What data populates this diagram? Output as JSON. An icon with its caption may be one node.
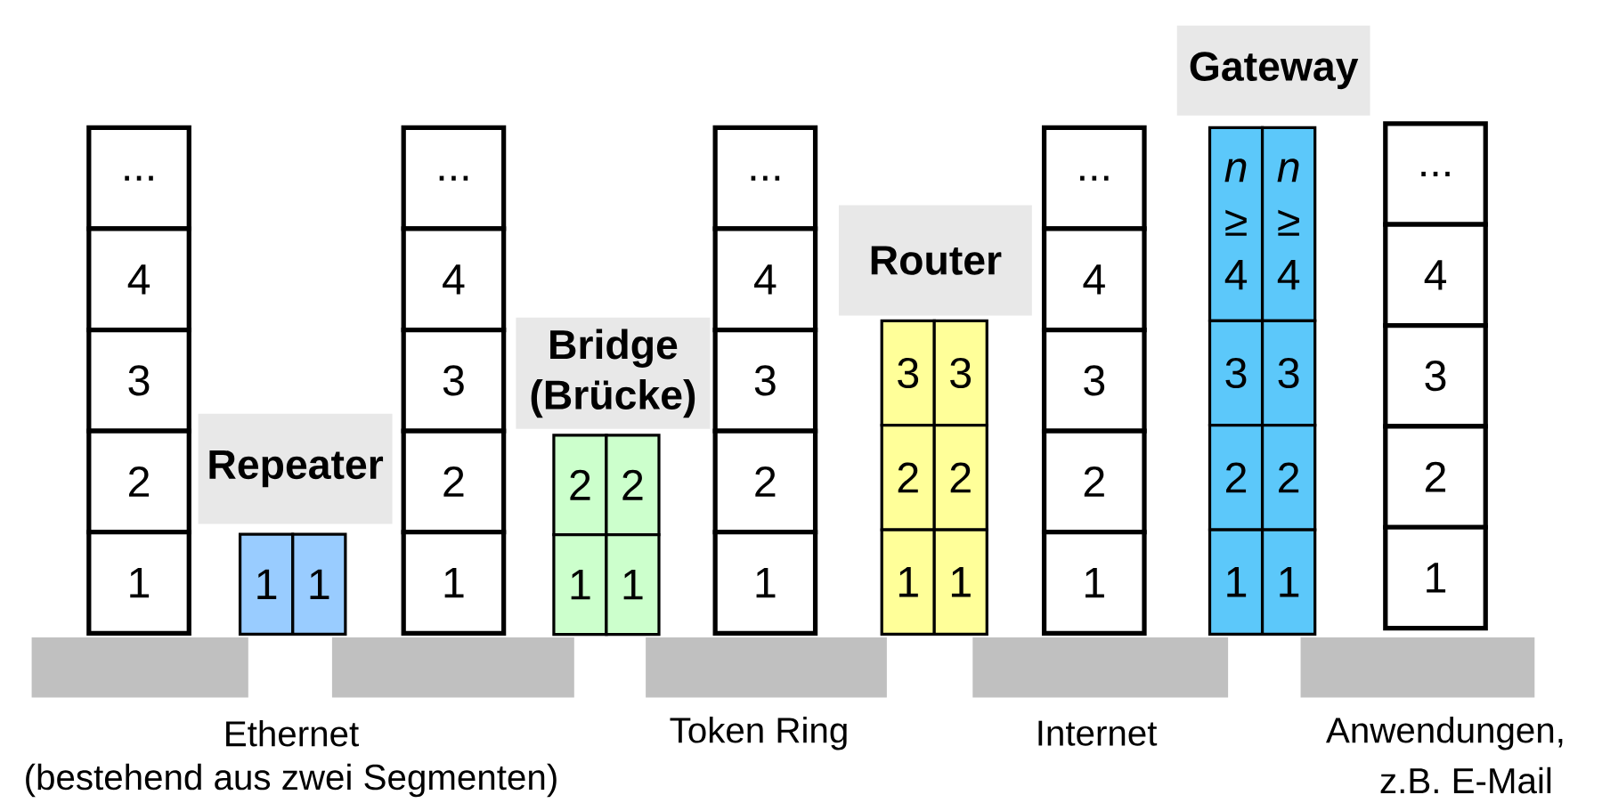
{
  "diagram": {
    "nodes": [
      {
        "text": [
          "..."
        ]
      },
      {
        "text": [
          "4"
        ]
      },
      {
        "text": [
          "3"
        ]
      },
      {
        "text": [
          "2"
        ]
      },
      {
        "text": [
          "1"
        ]
      },
      {
        "text": [
          "Repeater"
        ]
      },
      {
        "text": [
          "1"
        ]
      },
      {
        "text": [
          "1"
        ]
      },
      {
        "text": [
          "..."
        ]
      },
      {
        "text": [
          "4"
        ]
      },
      {
        "text": [
          "3"
        ]
      },
      {
        "text": [
          "2"
        ]
      },
      {
        "text": [
          "1"
        ]
      },
      {
        "text": [
          "Bridge (Brücke)"
        ]
      },
      {
        "text": [
          "2"
        ]
      },
      {
        "text": [
          "2"
        ]
      },
      {
        "text": [
          "1"
        ]
      },
      {
        "text": [
          "1"
        ]
      },
      {
        "text": [
          "..."
        ]
      },
      {
        "text": [
          "4"
        ]
      },
      {
        "text": [
          "3"
        ]
      },
      {
        "text": [
          "2"
        ]
      },
      {
        "text": [
          "1"
        ]
      },
      {
        "text": [
          "Router"
        ]
      },
      {
        "text": [
          "3"
        ]
      },
      {
        "text": [
          "3"
        ]
      },
      {
        "text": [
          "2"
        ]
      },
      {
        "text": [
          "2"
        ]
      },
      {
        "text": [
          "1"
        ]
      },
      {
        "text": [
          "1"
        ]
      },
      {
        "text": [
          "..."
        ]
      },
      {
        "text": [
          "4"
        ]
      },
      {
        "text": [
          "3"
        ]
      },
      {
        "text": [
          "2"
        ]
      },
      {
        "text": [
          "1"
        ]
      },
      {
        "text": [
          "Gateway"
        ]
      },
      {
        "text": [
          "*n* ≥ 4"
        ]
      },
      {
        "text": [
          "*n* ≥ 4"
        ]
      },
      {
        "text": [
          "3"
        ]
      },
      {
        "text": [
          "3"
        ]
      },
      {
        "text": [
          "2"
        ]
      },
      {
        "text": [
          "2"
        ]
      },
      {
        "text": [
          "1"
        ]
      },
      {
        "text": [
          "1"
        ]
      },
      {
        "text": [
          "..."
        ]
      },
      {
        "text": [
          "4"
        ]
      },
      {
        "text": [
          "3"
        ]
      },
      {
        "text": [
          "2"
        ]
      },
      {
        "text": [
          "1"
        ]
      },
      {
        "text": [],
        "shape": "bar"
      },
      {
        "text": [],
        "shape": "bar"
      },
      {
        "text": [],
        "shape": "bar"
      },
      {
        "text": [],
        "shape": "bar"
      },
      {
        "text": [],
        "shape": "bar"
      }
    ],
    "labels": [
      "Ethernet",
      "(bestehend aus zwei Segmenten)",
      "Token Ring",
      "Internet",
      "Anwendungen,",
      "z.B. E-Mail"
    ]
  }
}
